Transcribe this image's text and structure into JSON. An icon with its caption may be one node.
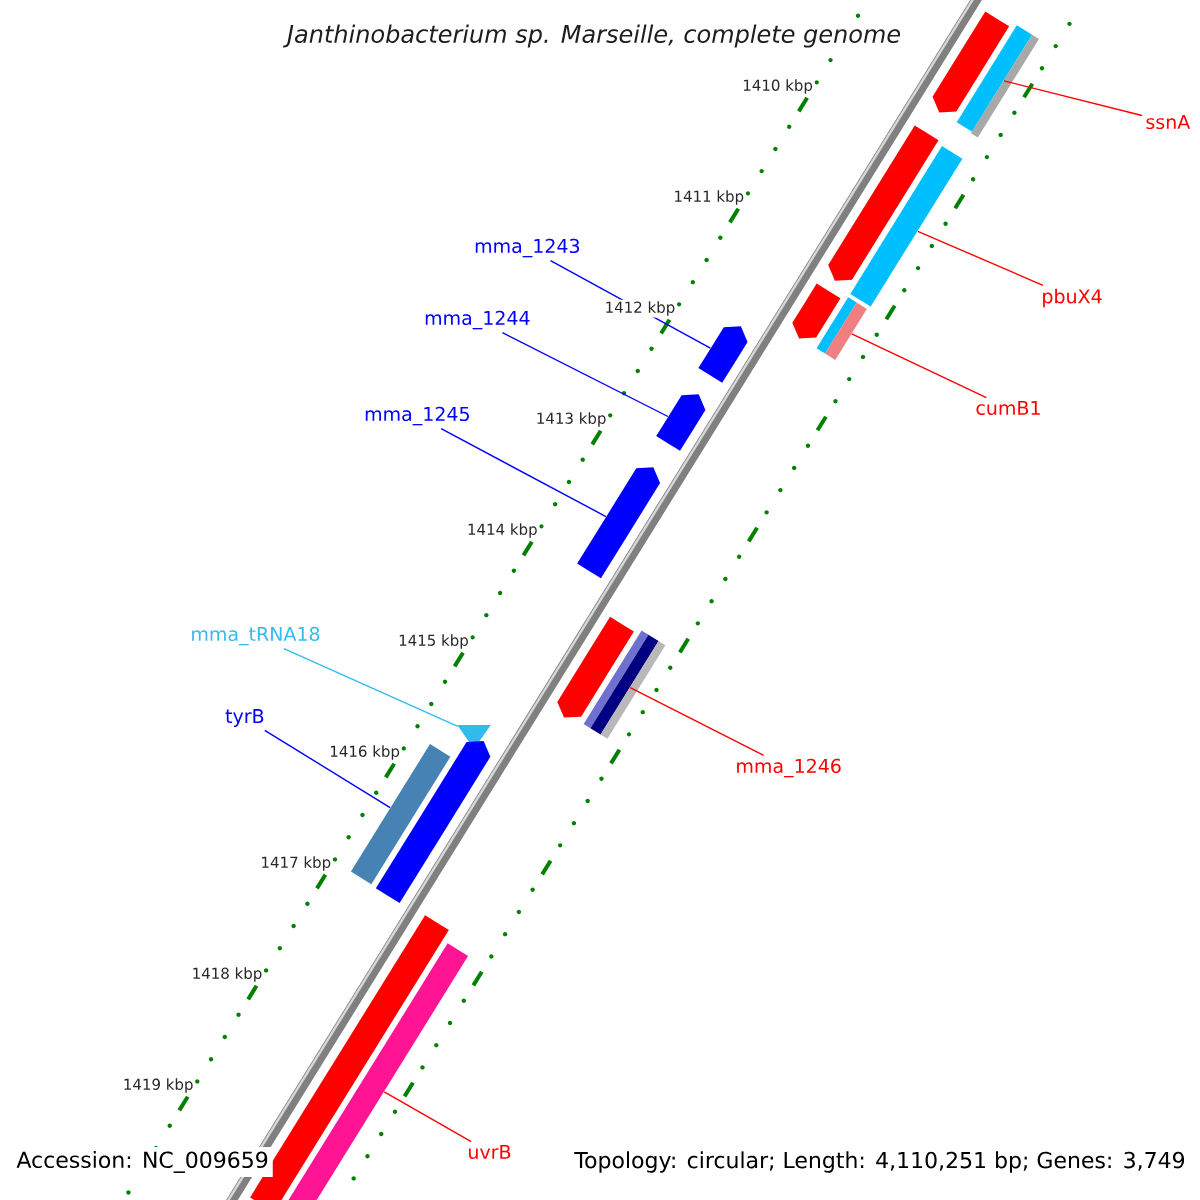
{
  "diagram": {
    "title": "Janthinobacterium sp. Marseille, complete genome",
    "nodes": [
      {
        "text": [
          "ssnA"
        ]
      },
      {
        "text": [
          "mma_1243"
        ]
      },
      {
        "text": [
          "pbuX4"
        ]
      },
      {
        "text": [
          "mma_1244"
        ]
      },
      {
        "text": [
          "cumB1"
        ]
      },
      {
        "text": [
          "mma_1245"
        ]
      },
      {
        "text": [
          "mma_tRNA18"
        ]
      },
      {
        "text": [
          "tyrB"
        ]
      },
      {
        "text": [
          "mma_1246"
        ]
      },
      {
        "text": [
          "uvrB"
        ]
      },
      {
        "text": [],
        "shape": "bar"
      },
      {
        "text": [],
        "shape": "bar"
      },
      {
        "text": [],
        "shape": "bar"
      },
      {
        "text": [],
        "shape": "bar"
      },
      {
        "text": [],
        "shape": "bar"
      },
      {
        "text": [],
        "shape": "bar"
      },
      {
        "text": [],
        "shape": "bar"
      },
      {
        "text": [],
        "shape": "bar"
      },
      {
        "text": [],
        "shape": "bar"
      },
      {
        "text": [],
        "shape": "bar"
      },
      {
        "text": [],
        "shape": "bar"
      },
      {
        "text": [],
        "shape": "bar"
      },
      {
        "text": [],
        "shape": "bar"
      },
      {
        "text": [],
        "shape": "bar"
      },
      {
        "text": [],
        "shape": "bar"
      },
      {
        "text": [],
        "shape": "triangle"
      },
      {
        "text": [],
        "shape": "bar"
      },
      {
        "text": [],
        "shape": "bar"
      },
      {
        "text": [],
        "shape": "bar"
      },
      {
        "text": [],
        "shape": "bar"
      }
    ],
    "edges": [
      {
        "from": 0,
        "to": 11,
        "arrow": "none"
      },
      {
        "from": 1,
        "to": 18,
        "arrow": "none",
        "color": "#0000ff"
      },
      {
        "from": 2,
        "to": 14,
        "arrow": "none"
      },
      {
        "from": 3,
        "to": 19,
        "arrow": "none",
        "color": "#0000ff"
      },
      {
        "from": 4,
        "to": 17,
        "arrow": "none"
      },
      {
        "from": 5,
        "to": 20,
        "arrow": "none",
        "color": "#0000ff"
      },
      {
        "from": 6,
        "to": 25,
        "arrow": "none",
        "color": "#33bbee"
      },
      {
        "from": 7,
        "to": 26,
        "arrow": "none",
        "color": "#0000ff"
      },
      {
        "from": 8,
        "to": 23,
        "arrow": "none"
      },
      {
        "from": 9,
        "to": 29,
        "arrow": "none"
      }
    ],
    "labels": [
      "1410 kbp",
      "1411 kbp",
      "1412 kbp",
      "1413 kbp",
      "1414 kbp",
      "1415 kbp",
      "1416 kbp",
      "1417 kbp",
      "1418 kbp",
      "1419 kbp",
      "Accession: NC_009659",
      "Topology: circular; Length: 4,110,251 bp; Genes: 3,749"
    ]
  }
}
